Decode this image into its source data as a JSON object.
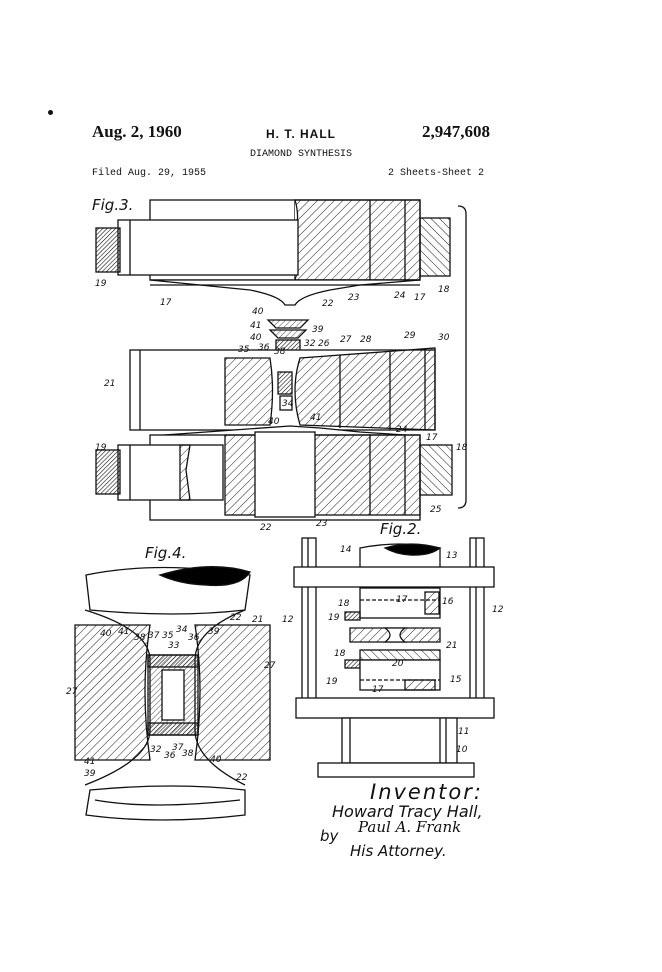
{
  "header": {
    "date": "Aug. 2, 1960",
    "inventor_short": "H. T. HALL",
    "patent_number": "2,947,608",
    "title": "DIAMOND SYNTHESIS",
    "filed": "Filed Aug. 29, 1955",
    "sheets": "2 Sheets-Sheet 2"
  },
  "figures": {
    "fig3": "Fig.3.",
    "fig4": "Fig.4.",
    "fig2": "Fig.2."
  },
  "ref_labels": {
    "fig3": [
      "19",
      "17",
      "22",
      "23",
      "24",
      "17",
      "18",
      "40",
      "41",
      "40",
      "39",
      "35",
      "36",
      "38",
      "32",
      "26",
      "27",
      "28",
      "29",
      "30",
      "21",
      "34",
      "40",
      "41",
      "24",
      "17",
      "18",
      "19",
      "22",
      "23",
      "25"
    ],
    "fig4": [
      "40",
      "41",
      "38",
      "37",
      "35",
      "34",
      "36",
      "33",
      "39",
      "22",
      "21",
      "27",
      "27",
      "32",
      "36",
      "37",
      "38",
      "40",
      "41",
      "39",
      "22"
    ],
    "fig2": [
      "14",
      "13",
      "12",
      "12",
      "18",
      "17",
      "16",
      "19",
      "21",
      "18",
      "20",
      "19",
      "17",
      "15",
      "11",
      "10"
    ]
  },
  "signature": {
    "inventor_label": "Inventor:",
    "inventor_name": "Howard Tracy Hall,",
    "by": "by",
    "attorney_signature": "Paul A. Frank",
    "attorney_label": "His Attorney."
  }
}
